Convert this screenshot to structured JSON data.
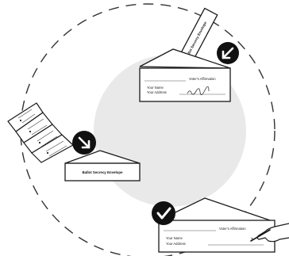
{
  "envelopes": {
    "secrecy_top": "Ballot Secrecy Envelope",
    "secrecy_mid": "Ballot Secrecy Envelope"
  },
  "return_envelope_top": {
    "voter_affirmation": "Voter's Affirmation",
    "name": "Your Name",
    "address": "Your Address"
  },
  "return_envelope_bottom": {
    "voter_affirmation": "Voter's Affirmation",
    "name": "Your Name",
    "address": "Your Address"
  },
  "icons": {
    "step1": "arrow-down-left-icon",
    "step2": "arrow-down-right-icon",
    "step3": "checkmark-icon"
  },
  "colors": {
    "circle_fill": "#e9e9e9",
    "badge": "#111111",
    "line": "#1a1a1a"
  }
}
